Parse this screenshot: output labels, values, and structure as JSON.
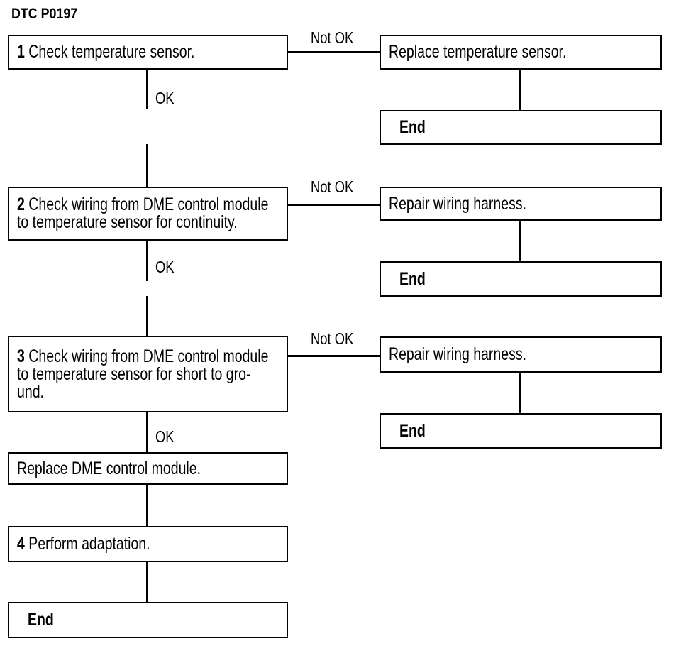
{
  "title": "DTC P0197",
  "labels": {
    "ok": "OK",
    "not_ok": "Not OK"
  },
  "colors": {
    "line": "#000000",
    "text": "#000000",
    "background": "#ffffff"
  },
  "flow": {
    "step1": {
      "num": "1",
      "text": "Check temperature sensor."
    },
    "replace_sensor": {
      "text": "Replace temperature sensor."
    },
    "end1": {
      "text": "End"
    },
    "step2": {
      "num": "2",
      "line1": "Check wiring from DME control module",
      "line2": "to temperature sensor for continuity."
    },
    "repair_harness_1": {
      "text": "Repair wiring harness."
    },
    "end2": {
      "text": "End"
    },
    "step3": {
      "num": "3",
      "line1": "Check wiring from DME control module",
      "line2": "to temperature sensor for short to gro-",
      "line3": "und."
    },
    "repair_harness_2": {
      "text": "Repair wiring harness."
    },
    "end3": {
      "text": "End"
    },
    "replace_dme": {
      "text": "Replace DME control module."
    },
    "step4": {
      "num": "4",
      "text": "Perform adaptation."
    },
    "end_final": {
      "text": "End"
    }
  }
}
